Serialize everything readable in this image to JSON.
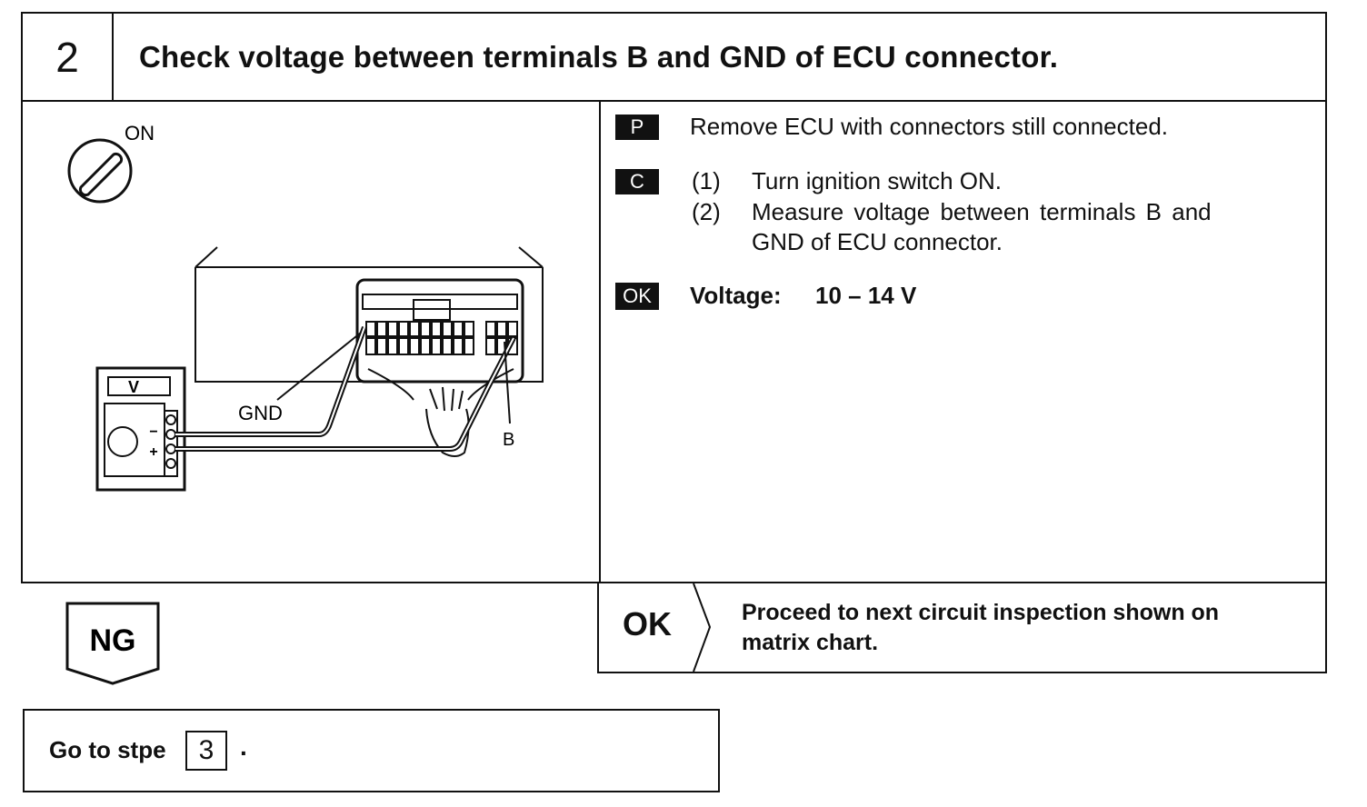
{
  "header": {
    "step_number": "2",
    "title": "Check voltage between terminals B and GND of ECU connector."
  },
  "illustration": {
    "ignition_label": "ON",
    "meter_label": "V",
    "gnd_label": "GND",
    "b_label": "B",
    "minus_sign": "−",
    "plus_sign": "+"
  },
  "instructions": {
    "prep": {
      "tag": "P",
      "text": "Remove ECU with connectors still connected."
    },
    "check": {
      "tag": "C",
      "steps": [
        {
          "num": "(1)",
          "lines": [
            "Turn ignition switch ON."
          ]
        },
        {
          "num": "(2)",
          "lines": [
            "Measure voltage between terminals B and",
            "GND of ECU connector."
          ]
        }
      ]
    },
    "ok": {
      "tag": "OK",
      "label": "Voltage:",
      "value": "10 – 14 V"
    }
  },
  "results": {
    "ng_label": "NG",
    "ok_label": "OK",
    "ok_action_lines": [
      "Proceed to next circuit inspection shown on",
      "matrix chart."
    ],
    "ng_action_prefix": "Go to stpe",
    "ng_action_step": "3",
    "ng_action_suffix": "."
  }
}
